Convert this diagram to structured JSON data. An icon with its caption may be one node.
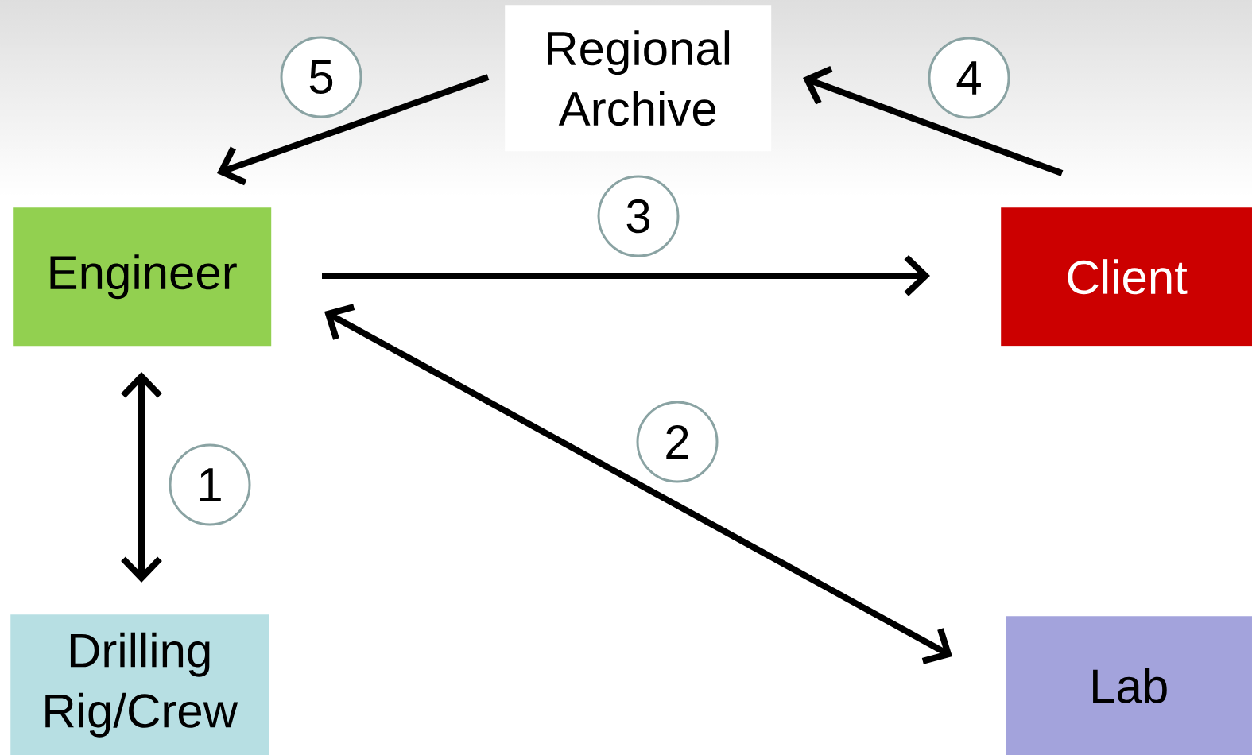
{
  "diagram": {
    "nodes": [
      {
        "text": [
          "Regional Archive"
        ]
      },
      {
        "text": [
          "Engineer"
        ]
      },
      {
        "text": [
          "Client"
        ]
      },
      {
        "text": [
          "Drilling Rig/Crew"
        ]
      },
      {
        "text": [
          "Lab"
        ]
      }
    ],
    "edges": [
      {
        "from": 1,
        "to": 3,
        "arrow": "both",
        "label": "1"
      },
      {
        "from": 1,
        "to": 4,
        "arrow": "both",
        "label": "2"
      },
      {
        "from": 1,
        "to": 2,
        "arrow": "to",
        "label": "3"
      },
      {
        "from": 2,
        "to": 0,
        "arrow": "to",
        "label": "4"
      },
      {
        "from": 0,
        "to": 1,
        "arrow": "to",
        "label": "5"
      }
    ]
  }
}
